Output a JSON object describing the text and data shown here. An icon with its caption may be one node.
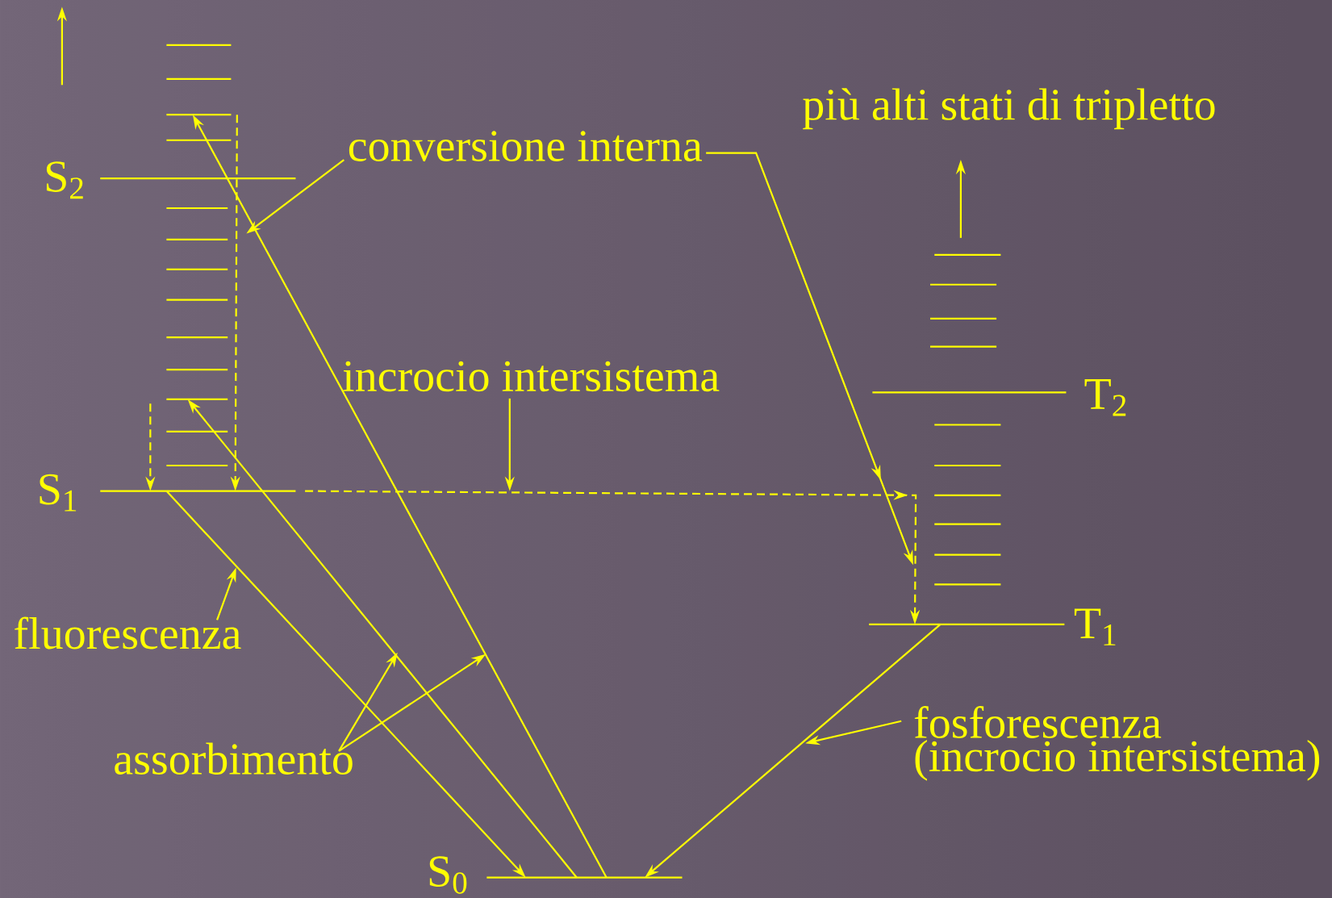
{
  "diagram": {
    "nodes": [
      {
        "text": [],
        "shape": "bar",
        "beside": [
          "S$_{2}$"
        ]
      },
      {
        "text": [],
        "shape": "bar",
        "beside": [
          "S$_{1}$"
        ]
      },
      {
        "text": [],
        "shape": "bar",
        "beside": [
          "S$_{0}$"
        ]
      },
      {
        "text": [],
        "shape": "bar",
        "beside": [
          "T$_{2}$"
        ]
      },
      {
        "text": [],
        "shape": "bar",
        "beside": [
          "T$_{1}$"
        ]
      },
      {
        "text": [],
        "shape": "bar"
      },
      {
        "text": [],
        "shape": "bar"
      },
      {
        "text": [
          "conversione interna"
        ]
      },
      {
        "text": [
          "incrocio intersistema"
        ]
      },
      {
        "text": [
          "fluorescenza"
        ]
      },
      {
        "text": [
          "assorbimento"
        ]
      },
      {
        "text": [
          "fosforescenza (incrocio intersistema)"
        ]
      }
    ],
    "edges": [
      {
        "from": 2,
        "to": 5,
        "arrow": "to"
      },
      {
        "from": 2,
        "to": 6,
        "arrow": "to"
      },
      {
        "from": 1,
        "to": 2,
        "arrow": "to"
      },
      {
        "from": 5,
        "to": 1,
        "arrow": "to",
        "style": "dashed"
      },
      {
        "from": 6,
        "to": 1,
        "arrow": "to",
        "style": "dashed"
      },
      {
        "from": 1,
        "to": 4,
        "arrow": "to",
        "style": "dashed"
      },
      {
        "from": 4,
        "to": 2,
        "arrow": "to"
      },
      {
        "from": 7,
        "to": null,
        "arrow": "to"
      },
      {
        "from": 7,
        "to": null,
        "arrow": "to"
      },
      {
        "from": 8,
        "to": null,
        "arrow": "to"
      },
      {
        "from": 9,
        "to": null,
        "arrow": "to"
      },
      {
        "from": 10,
        "to": null,
        "arrow": "to"
      },
      {
        "from": 10,
        "to": null,
        "arrow": "to"
      },
      {
        "from": 11,
        "to": null,
        "arrow": "to"
      }
    ],
    "labels": [
      "più alti stati di tripletto"
    ]
  }
}
